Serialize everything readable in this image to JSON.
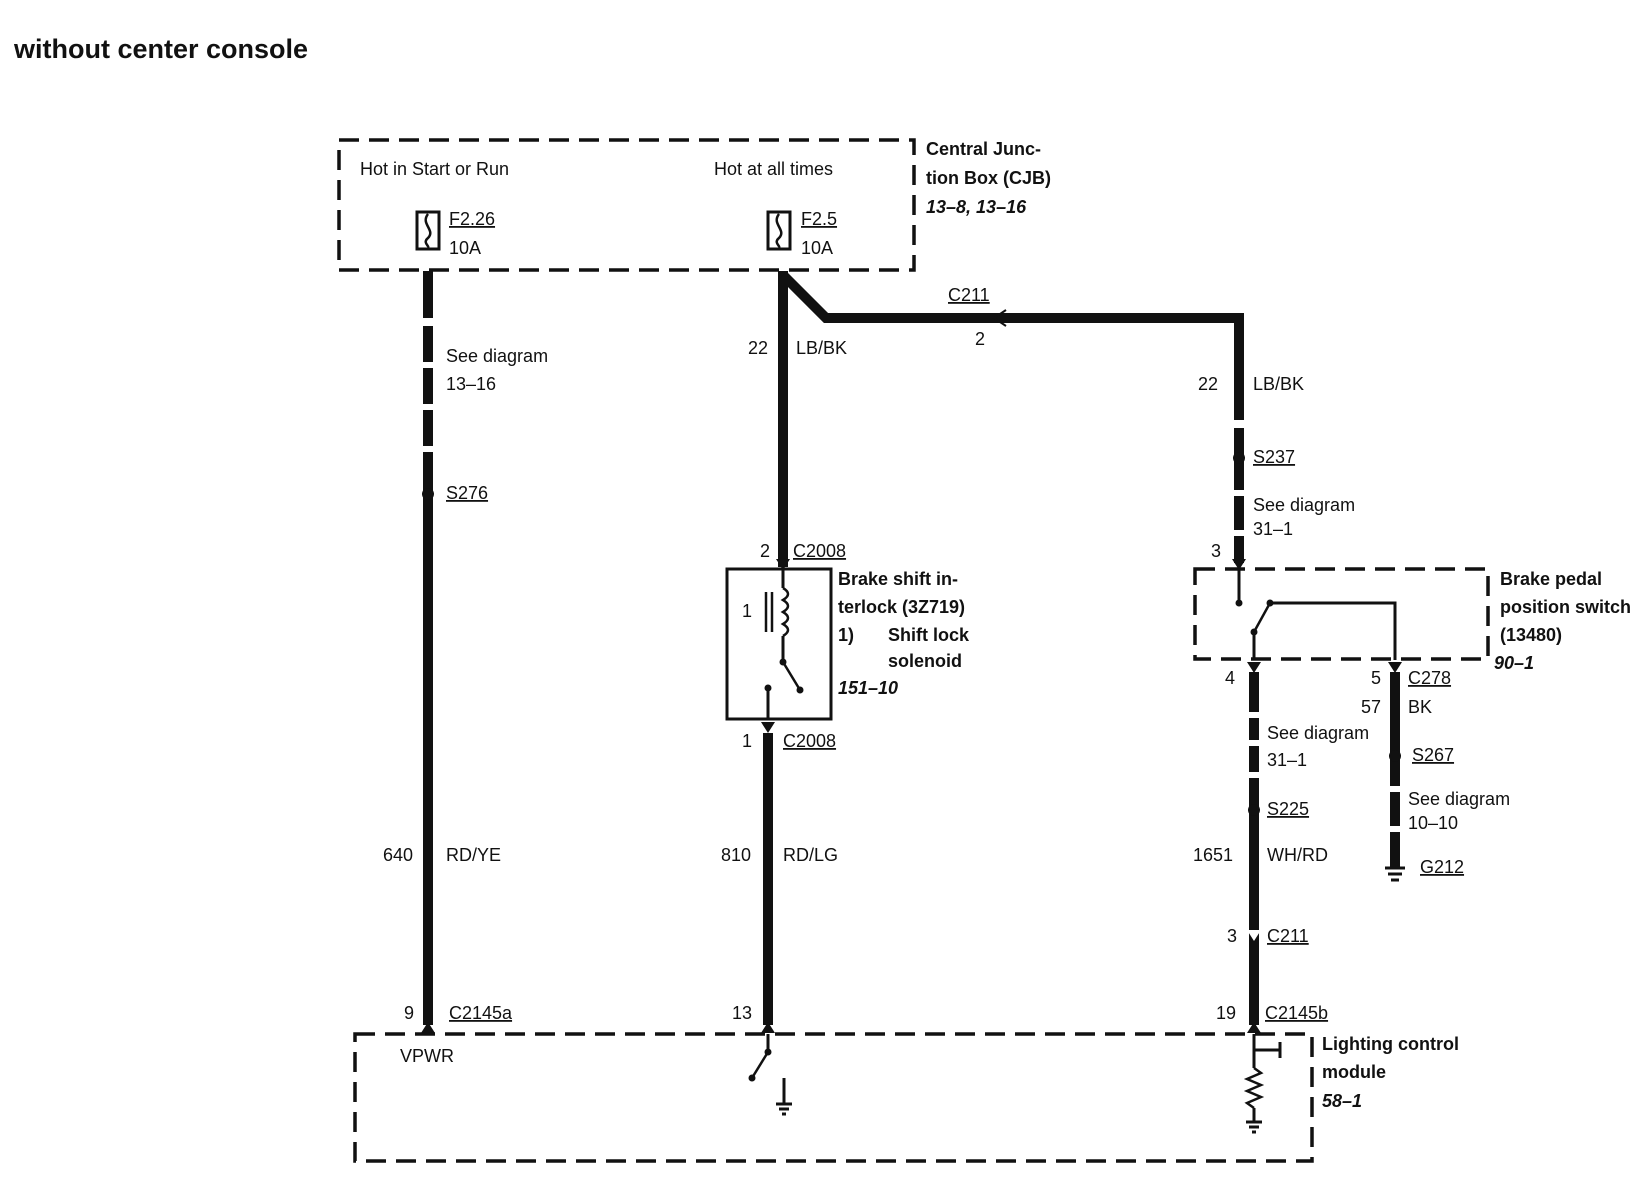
{
  "title": "without center console",
  "cjb": {
    "hot_run": "Hot in Start or Run",
    "hot_all": "Hot at all times",
    "name_line1": "Central Junc-",
    "name_line2": "tion Box (CJB)",
    "ref": "13–8, 13–16",
    "fuse1_id": "F2.26",
    "fuse1_amp": "10A",
    "fuse2_id": "F2.5",
    "fuse2_amp": "10A"
  },
  "circuit_640": {
    "see1": "See diagram",
    "see2": "13–16",
    "splice": "S276",
    "num": "640",
    "color": "RD/YE",
    "pin": "9",
    "connector": "C2145a",
    "vpwr": "VPWR"
  },
  "circuit_22_left": {
    "num": "22",
    "color": "LB/BK",
    "c211": "C211",
    "c211_pin": "2"
  },
  "shift_interlock": {
    "pin_top": "2",
    "conn_top": "C2008",
    "name_line1": "Brake shift in-",
    "name_line2": "terlock (3Z719)",
    "note_num": "1)",
    "note_line1": "Shift lock",
    "note_line2": "solenoid",
    "ref": "151–10",
    "coil_label": "1",
    "pin_bottom": "1",
    "conn_bottom": "C2008"
  },
  "circuit_810": {
    "num": "810",
    "color": "RD/LG",
    "pin": "13"
  },
  "circuit_22_right": {
    "num": "22",
    "color": "LB/BK",
    "splice": "S237",
    "see1": "See diagram",
    "see2": "31–1",
    "pin": "3"
  },
  "brake_pedal_switch": {
    "name_line1": "Brake pedal",
    "name_line2": "position switch",
    "name_line3": "(13480)",
    "ref": "90–1",
    "pin4": "4",
    "pin5": "5",
    "connector": "C278"
  },
  "circuit_57": {
    "num": "57",
    "color": "BK",
    "splice": "S267",
    "see1": "See diagram",
    "see2": "10–10",
    "ground": "G212"
  },
  "circuit_1651": {
    "see1": "See diagram",
    "see2": "31–1",
    "splice": "S225",
    "num": "1651",
    "color": "WH/RD",
    "c211_pin": "3",
    "c211": "C211",
    "pin": "19",
    "connector": "C2145b"
  },
  "lcm": {
    "name_line1": "Lighting control",
    "name_line2": "module",
    "ref": "58–1"
  }
}
